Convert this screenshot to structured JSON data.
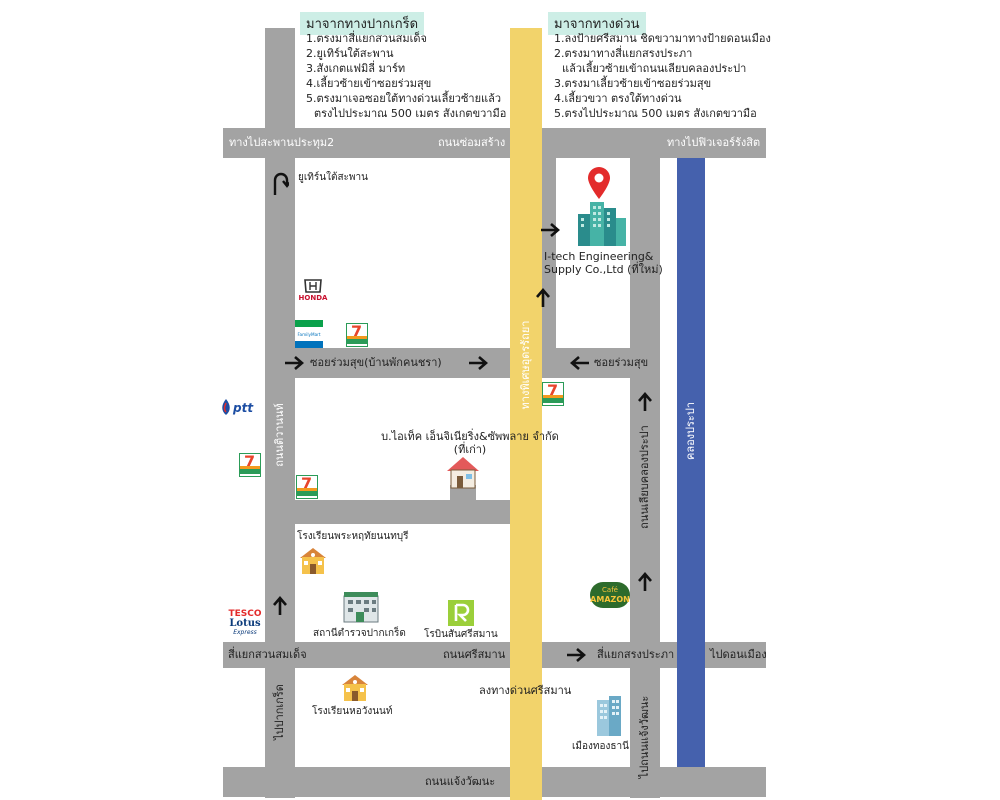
{
  "instructions": {
    "west": {
      "title": "มาจากทางปากเกร็ด",
      "lines": [
        "1.ตรงมาสี่แยกสวนสมเด็จ",
        "2.ยูเทิร์นใต้สะพาน",
        "3.สังเกตแฟมิลี่ มาร์ท",
        "4.เลี้ยวซ้ายเข้าซอยร่วมสุข",
        "5.ตรงมาเจอซอยใต้ทางด่วนเลี้ยวซ้ายแล้ว",
        "ตรงไปประมาณ 500 เมตร สังเกตขวามือ"
      ]
    },
    "east": {
      "title": "มาจากทางด่วน",
      "lines": [
        "1.ลงป้ายศรีสมาน ชิดขวามาทางป้ายดอนเมือง",
        "2.ตรงมาทางสี่แยกสรงประภา",
        "แล้วเลี้ยวซ้ายเข้าถนนเลียบคลองประปา",
        "3.ตรงมาเลี้ยวซ้ายเข้าซอยร่วมสุข",
        "4.เลี้ยวขวา ตรงใต้ทางด่วน",
        "5.ตรงไปประมาณ 500 เมตร สังเกตขวามือ"
      ]
    }
  },
  "roads": {
    "top_left": "ทางไปสะพานประทุม2",
    "top_center": "ถนนซ่อมสร้าง",
    "top_right": "ทางไปฟิวเจอร์รังสิต",
    "mid_soi_west": "ซอยร่วมสุข(บ้านพักคนชรา)",
    "mid_soi_east": "ซอยร่วมสุข",
    "tiwanon": "ถนนติวานนท์",
    "expressway": "ทางพิเศษอุดรรัถยา",
    "canal_road": "ถนนเลียบคลองประปา",
    "canal": "คลองประปา",
    "suan_somdet": "สี่แยกสวนสมเด็จ",
    "si_saman": "ถนนศรีสมาน",
    "song_praphan": "สี่แยกสรงประภา",
    "to_don_mueang": "ไปดอนเมือง",
    "to_pak_kret": "ไปปากเกร็ด",
    "to_chaeng_watthana": "ไปถนนแจ้งวัฒนะ",
    "chaeng_watthana": "ถนนแจ้งวัฒนะ",
    "exit_si_saman": "ลงทางด่วนศรีสมาน"
  },
  "places": {
    "u_turn": "ยูเทิร์นใต้สะพาน",
    "new_office": "I-tech Engineering& Supply Co.,Ltd (ที่ใหม่)",
    "old_office": "บ.ไอเท็ค เอ็นจิเนียริ่ง&ซัพพลาย จำกัด (ที่เก่า)",
    "school_1": "โรงเรียนพระหฤทัยนนทบุรี",
    "police": "สถานีตำรวจปากเกร็ด",
    "golf": "โรบินสันศรีสมาน",
    "school_2": "โรงเรียนหอวังนนท์",
    "muang_thong": "เมืองทองธานี"
  },
  "logos": {
    "honda": "HONDA",
    "ptt": "ptt",
    "familymart": "FamilyMart",
    "seven": "7",
    "tesco_1": "TESCO",
    "tesco_2": "Lotus",
    "tesco_3": "Express",
    "amazon_1": "Café",
    "amazon_2": "AMAZON"
  },
  "colors": {
    "road": "#a3a3a3",
    "expressway": "#f2d36b",
    "canal": "#4561ad",
    "header_bg": "#cdeee6",
    "pin": "#e32b2b",
    "seven_green": "#2b9b58",
    "seven_red": "#e8452c",
    "seven_orange": "#f39a1e"
  }
}
